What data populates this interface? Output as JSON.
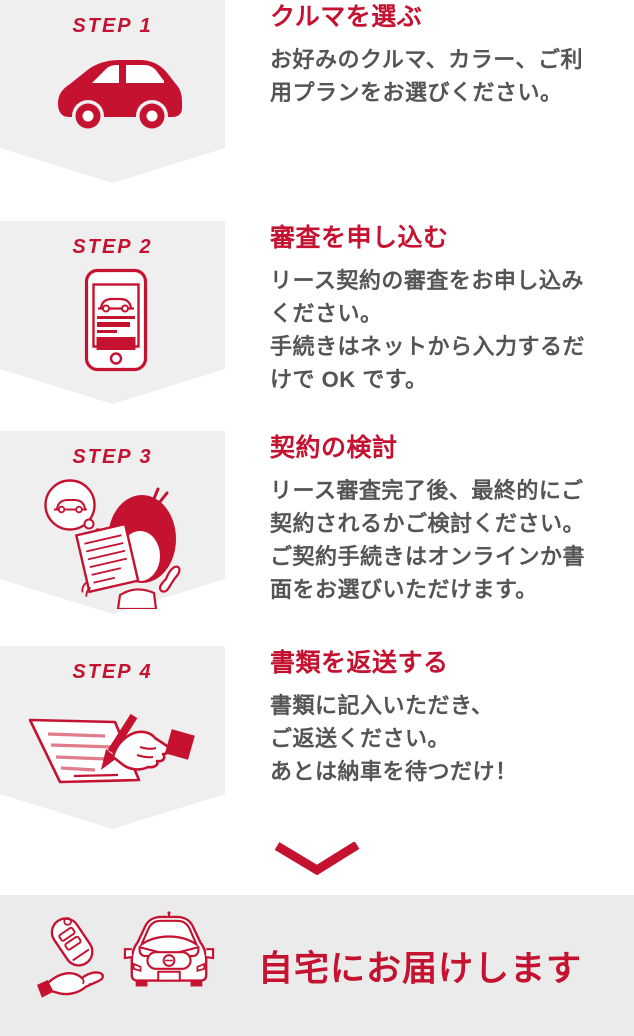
{
  "accent_color": "#c51230",
  "panel_color": "#efefef",
  "footer_color": "#ebebeb",
  "text_color": "#555555",
  "steps": [
    {
      "label": "STEP 1",
      "icon": "car-side-icon",
      "title": "クルマを選ぶ",
      "lines": [
        "お好みのクルマ、カラー、ご利",
        "用プランをお選びください。"
      ]
    },
    {
      "label": "STEP 2",
      "icon": "smartphone-application-icon",
      "title": "審査を申し込む",
      "lines": [
        "リース契約の審査をお申し込み",
        "ください。",
        "手続きはネットから入力するだ",
        "けで OK です。"
      ]
    },
    {
      "label": "STEP 3",
      "icon": "person-considering-icon",
      "title": "契約の検討",
      "lines": [
        "リース審査完了後、最終的にご",
        "契約されるかご検討ください。",
        "ご契約手続きはオンラインか書",
        "面をお選びいただけます。"
      ]
    },
    {
      "label": "STEP 4",
      "icon": "document-signing-icon",
      "title": "書類を返送する",
      "lines": [
        "書類に記入いただき、",
        "ご返送ください。",
        "あとは納車を待つだけ！"
      ]
    }
  ],
  "arrow_icon": "chevron-down-icon",
  "footer": {
    "icons": [
      "car-key-hand-icon",
      "car-front-icon"
    ],
    "message": "自宅にお届けします"
  }
}
